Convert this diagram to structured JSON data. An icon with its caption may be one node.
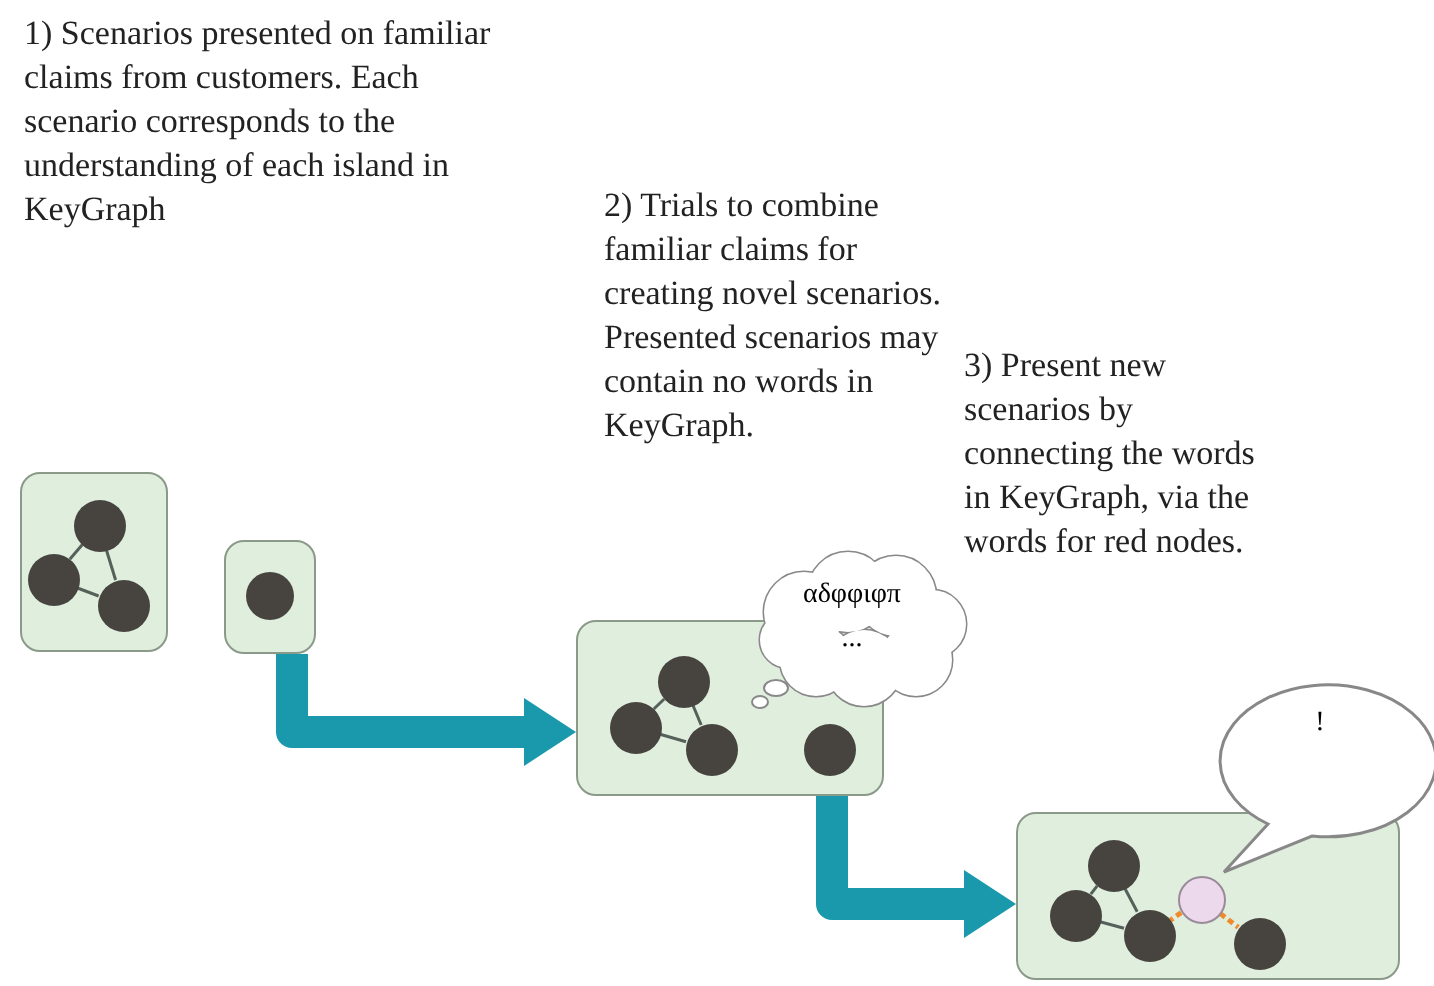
{
  "diagram": {
    "nodes": [
      {
        "text": [],
        "shape": "box"
      },
      {
        "text": [],
        "shape": "circle",
        "in": 0
      },
      {
        "text": [],
        "shape": "circle",
        "in": 0
      },
      {
        "text": [],
        "shape": "circle",
        "in": 0
      },
      {
        "text": [],
        "shape": "box"
      },
      {
        "text": [],
        "shape": "circle",
        "in": 4
      },
      {
        "text": [],
        "shape": "box"
      },
      {
        "text": [],
        "shape": "circle",
        "in": 6
      },
      {
        "text": [],
        "shape": "circle",
        "in": 6
      },
      {
        "text": [],
        "shape": "circle",
        "in": 6
      },
      {
        "text": [],
        "shape": "circle",
        "in": 6
      },
      {
        "text": [
          "αδφφιφπ",
          "..."
        ]
      },
      {
        "text": [],
        "shape": "box"
      },
      {
        "text": [],
        "shape": "circle",
        "in": 12
      },
      {
        "text": [],
        "shape": "circle",
        "in": 12
      },
      {
        "text": [],
        "shape": "circle",
        "in": 12
      },
      {
        "text": [],
        "shape": "circle",
        "in": 12
      },
      {
        "text": [],
        "shape": "circle",
        "in": 12
      },
      {
        "text": [
          "!"
        ]
      }
    ],
    "edges": [
      {
        "from": 1,
        "to": 2,
        "arrow": "none"
      },
      {
        "from": 1,
        "to": 3,
        "arrow": "none"
      },
      {
        "from": 2,
        "to": 3,
        "arrow": "none"
      },
      {
        "from": 4,
        "to": 6,
        "arrow": "to",
        "style": "thick",
        "color": "#1a98ac"
      },
      {
        "from": 7,
        "to": 8,
        "arrow": "none"
      },
      {
        "from": 7,
        "to": 9,
        "arrow": "none"
      },
      {
        "from": 8,
        "to": 9,
        "arrow": "none"
      },
      {
        "from": 6,
        "to": 12,
        "arrow": "to",
        "style": "thick",
        "color": "#1a98ac"
      },
      {
        "from": 13,
        "to": 14,
        "arrow": "none"
      },
      {
        "from": 13,
        "to": 15,
        "arrow": "none"
      },
      {
        "from": 14,
        "to": 15,
        "arrow": "none"
      },
      {
        "from": 16,
        "to": 15,
        "arrow": "none",
        "style": "dashed",
        "color": "#f08a2c"
      },
      {
        "from": 16,
        "to": 17,
        "arrow": "none",
        "style": "dashed",
        "color": "#f08a2c"
      }
    ],
    "labels": [
      "1) Scenarios presented on familiar claims from customers. Each scenario corresponds to the understanding of each island in KeyGraph",
      "2) Trials to combine familiar claims for creating novel scenarios. Presented scenarios may contain no words in KeyGraph.",
      "3) Present new scenarios by connecting the words in KeyGraph, via the words for red nodes."
    ]
  }
}
